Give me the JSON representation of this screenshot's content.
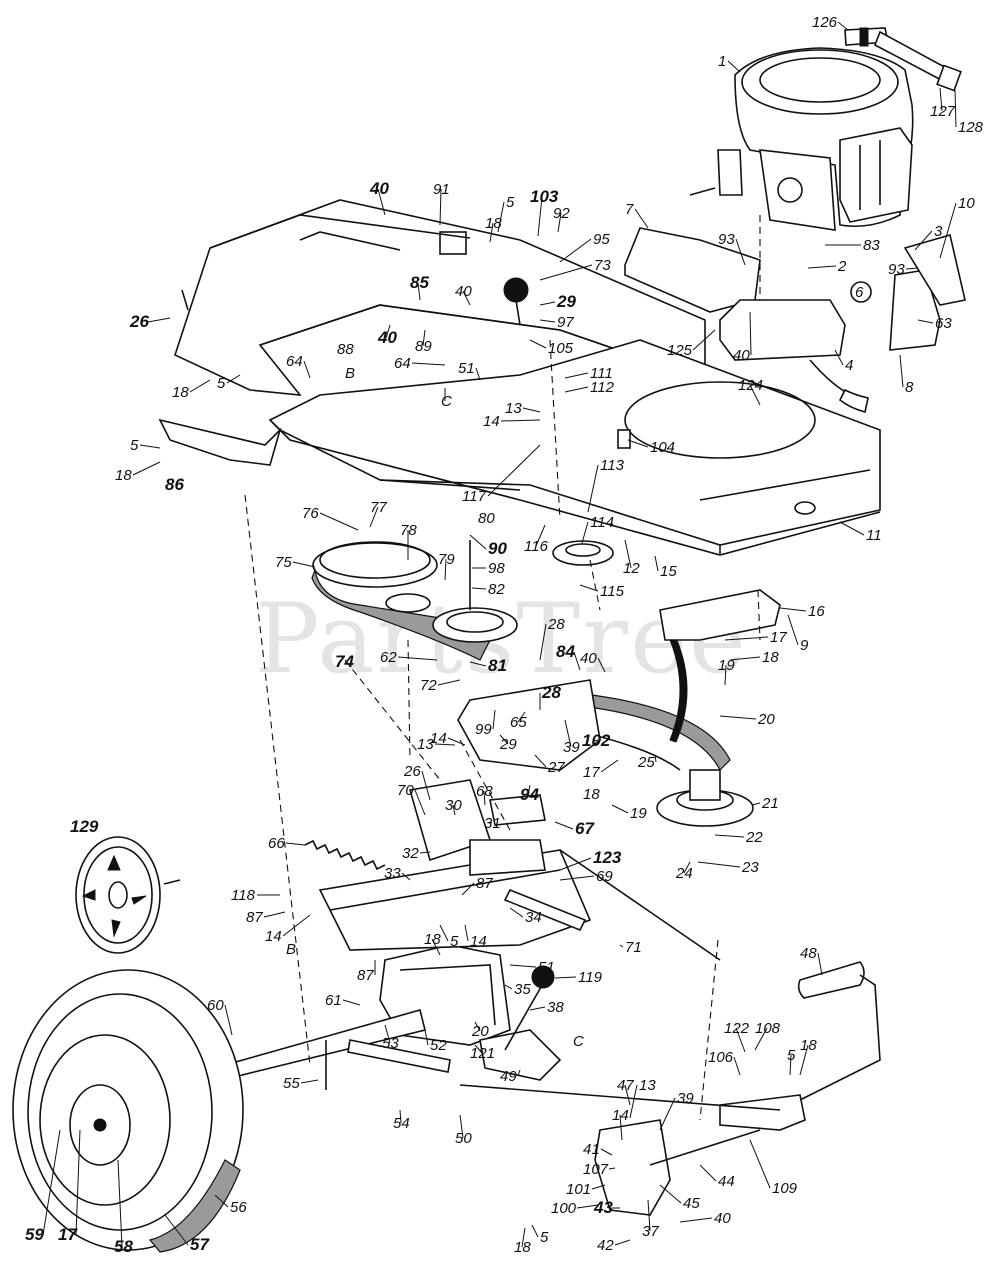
{
  "diagram": {
    "watermark": "PartsTree",
    "parts": [
      {
        "id": "p126",
        "label": "126",
        "bold": false
      },
      {
        "id": "p1",
        "label": "1",
        "bold": false
      },
      {
        "id": "p127",
        "label": "127",
        "bold": false
      },
      {
        "id": "p128",
        "label": "128",
        "bold": false
      },
      {
        "id": "p40a",
        "label": "40",
        "bold": true
      },
      {
        "id": "p91",
        "label": "91",
        "bold": false
      },
      {
        "id": "p5a",
        "label": "5",
        "bold": false
      },
      {
        "id": "p103",
        "label": "103",
        "bold": true
      },
      {
        "id": "p92",
        "label": "92",
        "bold": false
      },
      {
        "id": "p18a",
        "label": "18",
        "bold": false
      },
      {
        "id": "p7",
        "label": "7",
        "bold": false
      },
      {
        "id": "p95",
        "label": "95",
        "bold": false
      },
      {
        "id": "p73",
        "label": "73",
        "bold": false
      },
      {
        "id": "p93a",
        "label": "93",
        "bold": false
      },
      {
        "id": "p83",
        "label": "83",
        "bold": false
      },
      {
        "id": "p10",
        "label": "10",
        "bold": false
      },
      {
        "id": "p3",
        "label": "3",
        "bold": false
      },
      {
        "id": "p2",
        "label": "2",
        "bold": false
      },
      {
        "id": "p93b",
        "label": "93",
        "bold": false
      },
      {
        "id": "p6",
        "label": "6",
        "bold": false
      },
      {
        "id": "p85",
        "label": "85",
        "bold": true
      },
      {
        "id": "p40b",
        "label": "40",
        "bold": false
      },
      {
        "id": "p29a",
        "label": "29",
        "bold": true
      },
      {
        "id": "p97",
        "label": "97",
        "bold": false
      },
      {
        "id": "p26a",
        "label": "26",
        "bold": true
      },
      {
        "id": "p40c",
        "label": "40",
        "bold": true
      },
      {
        "id": "p89",
        "label": "89",
        "bold": false
      },
      {
        "id": "p125",
        "label": "125",
        "bold": false
      },
      {
        "id": "p63",
        "label": "63",
        "bold": false
      },
      {
        "id": "p105",
        "label": "105",
        "bold": false
      },
      {
        "id": "p88",
        "label": "88",
        "bold": false
      },
      {
        "id": "pB1",
        "label": "B",
        "bold": false
      },
      {
        "id": "p64a",
        "label": "64",
        "bold": false
      },
      {
        "id": "p64b",
        "label": "64",
        "bold": false
      },
      {
        "id": "p51a",
        "label": "51",
        "bold": false
      },
      {
        "id": "p40d",
        "label": "40",
        "bold": false
      },
      {
        "id": "p4",
        "label": "4",
        "bold": false
      },
      {
        "id": "p8",
        "label": "8",
        "bold": false
      },
      {
        "id": "p18b",
        "label": "18",
        "bold": false
      },
      {
        "id": "p5b",
        "label": "5",
        "bold": false
      },
      {
        "id": "pC1",
        "label": "C",
        "bold": false
      },
      {
        "id": "p111",
        "label": "111",
        "bold": false
      },
      {
        "id": "p112",
        "label": "112",
        "bold": false
      },
      {
        "id": "p124",
        "label": "124",
        "bold": false
      },
      {
        "id": "p13a",
        "label": "13",
        "bold": false
      },
      {
        "id": "p14a",
        "label": "14",
        "bold": false
      },
      {
        "id": "p104",
        "label": "104",
        "bold": false
      },
      {
        "id": "p5c",
        "label": "5",
        "bold": false
      },
      {
        "id": "p18c",
        "label": "18",
        "bold": false
      },
      {
        "id": "p86",
        "label": "86",
        "bold": true
      },
      {
        "id": "p117",
        "label": "117",
        "bold": false
      },
      {
        "id": "p80",
        "label": "80",
        "bold": false
      },
      {
        "id": "p113",
        "label": "113",
        "bold": false
      },
      {
        "id": "p76",
        "label": "76",
        "bold": false
      },
      {
        "id": "p77",
        "label": "77",
        "bold": false
      },
      {
        "id": "p78",
        "label": "78",
        "bold": false
      },
      {
        "id": "p114",
        "label": "114",
        "bold": false
      },
      {
        "id": "p11",
        "label": "11",
        "bold": false
      },
      {
        "id": "p90",
        "label": "90",
        "bold": true
      },
      {
        "id": "p116",
        "label": "116",
        "bold": false
      },
      {
        "id": "p75",
        "label": "75",
        "bold": false
      },
      {
        "id": "p79",
        "label": "79",
        "bold": false
      },
      {
        "id": "p98",
        "label": "98",
        "bold": false
      },
      {
        "id": "p82",
        "label": "82",
        "bold": false
      },
      {
        "id": "p12",
        "label": "12",
        "bold": false
      },
      {
        "id": "p15",
        "label": "15",
        "bold": false
      },
      {
        "id": "p115",
        "label": "115",
        "bold": false
      },
      {
        "id": "p16",
        "label": "16",
        "bold": false
      },
      {
        "id": "p9",
        "label": "9",
        "bold": false
      },
      {
        "id": "p74",
        "label": "74",
        "bold": true
      },
      {
        "id": "p28a",
        "label": "28",
        "bold": false
      },
      {
        "id": "p84",
        "label": "84",
        "bold": true
      },
      {
        "id": "p17a",
        "label": "17",
        "bold": false
      },
      {
        "id": "p62",
        "label": "62",
        "bold": false
      },
      {
        "id": "p81",
        "label": "81",
        "bold": true
      },
      {
        "id": "p40e",
        "label": "40",
        "bold": false
      },
      {
        "id": "p18d",
        "label": "18",
        "bold": false
      },
      {
        "id": "p72",
        "label": "72",
        "bold": false
      },
      {
        "id": "p28b",
        "label": "28",
        "bold": true
      },
      {
        "id": "p19a",
        "label": "19",
        "bold": false
      },
      {
        "id": "p20a",
        "label": "20",
        "bold": false
      },
      {
        "id": "p99",
        "label": "99",
        "bold": false
      },
      {
        "id": "p65",
        "label": "65",
        "bold": false
      },
      {
        "id": "p29b",
        "label": "29",
        "bold": false
      },
      {
        "id": "p39a",
        "label": "39",
        "bold": false
      },
      {
        "id": "p102",
        "label": "102",
        "bold": true
      },
      {
        "id": "p13b",
        "label": "13",
        "bold": false
      },
      {
        "id": "p14b",
        "label": "14",
        "bold": false
      },
      {
        "id": "p27",
        "label": "27",
        "bold": false
      },
      {
        "id": "p17b",
        "label": "17",
        "bold": false
      },
      {
        "id": "p18e",
        "label": "18",
        "bold": false
      },
      {
        "id": "p25",
        "label": "25",
        "bold": false
      },
      {
        "id": "p26b",
        "label": "26",
        "bold": false
      },
      {
        "id": "p94",
        "label": "94",
        "bold": true
      },
      {
        "id": "p70",
        "label": "70",
        "bold": false
      },
      {
        "id": "p30",
        "label": "30",
        "bold": false
      },
      {
        "id": "p68",
        "label": "68",
        "bold": false
      },
      {
        "id": "p21",
        "label": "21",
        "bold": false
      },
      {
        "id": "p129",
        "label": "129",
        "bold": true
      },
      {
        "id": "p31",
        "label": "31",
        "bold": false
      },
      {
        "id": "p67",
        "label": "67",
        "bold": true
      },
      {
        "id": "p19b",
        "label": "19",
        "bold": false
      },
      {
        "id": "p66",
        "label": "66",
        "bold": false
      },
      {
        "id": "p32",
        "label": "32",
        "bold": false
      },
      {
        "id": "p22",
        "label": "22",
        "bold": false
      },
      {
        "id": "p123",
        "label": "123",
        "bold": true
      },
      {
        "id": "p24",
        "label": "24",
        "bold": false
      },
      {
        "id": "p23",
        "label": "23",
        "bold": false
      },
      {
        "id": "p33",
        "label": "33",
        "bold": false
      },
      {
        "id": "p69",
        "label": "69",
        "bold": false
      },
      {
        "id": "p87a",
        "label": "87",
        "bold": false
      },
      {
        "id": "p118",
        "label": "118",
        "bold": false
      },
      {
        "id": "p87b",
        "label": "87",
        "bold": false
      },
      {
        "id": "p5d",
        "label": "5",
        "bold": false
      },
      {
        "id": "p14c",
        "label": "14",
        "bold": false
      },
      {
        "id": "p34",
        "label": "34",
        "bold": false
      },
      {
        "id": "p14d",
        "label": "14",
        "bold": false
      },
      {
        "id": "pB2",
        "label": "B",
        "bold": false
      },
      {
        "id": "p18f",
        "label": "18",
        "bold": false
      },
      {
        "id": "p71",
        "label": "71",
        "bold": false
      },
      {
        "id": "p87c",
        "label": "87",
        "bold": false
      },
      {
        "id": "p51b",
        "label": "51",
        "bold": false
      },
      {
        "id": "p48",
        "label": "48",
        "bold": false
      },
      {
        "id": "p60",
        "label": "60",
        "bold": false
      },
      {
        "id": "p61",
        "label": "61",
        "bold": false
      },
      {
        "id": "p35",
        "label": "35",
        "bold": false
      },
      {
        "id": "p119",
        "label": "119",
        "bold": false
      },
      {
        "id": "p38",
        "label": "38",
        "bold": false
      },
      {
        "id": "pC2",
        "label": "C",
        "bold": false
      },
      {
        "id": "p53",
        "label": "53",
        "bold": false
      },
      {
        "id": "p20b",
        "label": "20",
        "bold": false
      },
      {
        "id": "p52",
        "label": "52",
        "bold": false
      },
      {
        "id": "p121",
        "label": "121",
        "bold": false
      },
      {
        "id": "p122",
        "label": "122",
        "bold": false
      },
      {
        "id": "p108",
        "label": "108",
        "bold": false
      },
      {
        "id": "p106",
        "label": "106",
        "bold": false
      },
      {
        "id": "p5e",
        "label": "5",
        "bold": false
      },
      {
        "id": "p18g",
        "label": "18",
        "bold": false
      },
      {
        "id": "p49",
        "label": "49",
        "bold": false
      },
      {
        "id": "p55",
        "label": "55",
        "bold": false
      },
      {
        "id": "p54",
        "label": "54",
        "bold": false
      },
      {
        "id": "p50",
        "label": "50",
        "bold": false
      },
      {
        "id": "p47",
        "label": "47",
        "bold": false
      },
      {
        "id": "p13c",
        "label": "13",
        "bold": false
      },
      {
        "id": "p39b",
        "label": "39",
        "bold": false
      },
      {
        "id": "p14e",
        "label": "14",
        "bold": false
      },
      {
        "id": "p41",
        "label": "41",
        "bold": false
      },
      {
        "id": "p107",
        "label": "107",
        "bold": false
      },
      {
        "id": "p101",
        "label": "101",
        "bold": false
      },
      {
        "id": "p100",
        "label": "100",
        "bold": false
      },
      {
        "id": "p44",
        "label": "44",
        "bold": false
      },
      {
        "id": "p109",
        "label": "109",
        "bold": false
      },
      {
        "id": "p45",
        "label": "45",
        "bold": false
      },
      {
        "id": "p43",
        "label": "43",
        "bold": true
      },
      {
        "id": "p37",
        "label": "37",
        "bold": false
      },
      {
        "id": "p40f",
        "label": "40",
        "bold": false
      },
      {
        "id": "p42",
        "label": "42",
        "bold": false
      },
      {
        "id": "p59",
        "label": "59",
        "bold": true
      },
      {
        "id": "p17c",
        "label": "17",
        "bold": true
      },
      {
        "id": "p58",
        "label": "58",
        "bold": true
      },
      {
        "id": "p57",
        "label": "57",
        "bold": true
      },
      {
        "id": "p56",
        "label": "56",
        "bold": false
      },
      {
        "id": "p18h",
        "label": "18",
        "bold": false
      },
      {
        "id": "p5f",
        "label": "5",
        "bold": false
      }
    ]
  }
}
